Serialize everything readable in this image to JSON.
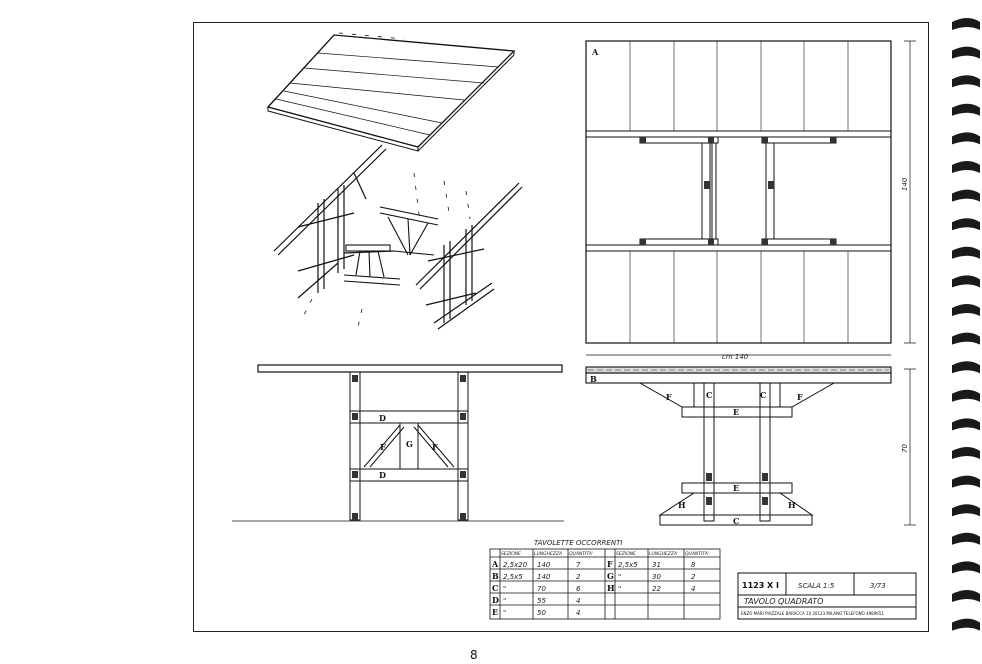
{
  "page_number": "8",
  "views": {
    "plan_label": "A",
    "dim_length": "cm 140",
    "dim_width": "140",
    "dim_height": "70"
  },
  "front_view_labels": {
    "d_top": "D",
    "d_bottom": "D",
    "f_left": "F",
    "g": "G",
    "f_right": "F"
  },
  "side_view_labels": {
    "b": "B",
    "f_left": "F",
    "c_left": "C",
    "e": "E",
    "c_right": "C",
    "f_right": "F",
    "e_low": "E",
    "h_left": "H",
    "h_right": "H",
    "c_foot": "C"
  },
  "parts_table": {
    "title": "TAVOLETTE OCCORRENTI",
    "headers": [
      "SEZIONE",
      "LUNGHEZZA",
      "QUANTITA'"
    ],
    "left_rows": [
      {
        "id": "A",
        "sezione": "2,5x20",
        "lunghezza": "140",
        "quantita": "7"
      },
      {
        "id": "B",
        "sezione": "2,5x5",
        "lunghezza": "140",
        "quantita": "2"
      },
      {
        "id": "C",
        "sezione": "\"",
        "lunghezza": "70",
        "quantita": "6"
      },
      {
        "id": "D",
        "sezione": "\"",
        "lunghezza": "55",
        "quantita": "4"
      },
      {
        "id": "E",
        "sezione": "\"",
        "lunghezza": "50",
        "quantita": "4"
      }
    ],
    "right_rows": [
      {
        "id": "F",
        "sezione": "2,5x5",
        "lunghezza": "31",
        "quantita": "8"
      },
      {
        "id": "G",
        "sezione": "\"",
        "lunghezza": "30",
        "quantita": "2"
      },
      {
        "id": "H",
        "sezione": "\"",
        "lunghezza": "22",
        "quantita": "4"
      }
    ]
  },
  "title_block": {
    "code": "1123 X I",
    "scale": "SCALA 1:5",
    "date": "3/73",
    "name": "TAVOLO QUADRATO",
    "publisher": "ENZO MARI   PIAZZALE BARACCA 10   20123 MILANO   TELEFONO 4989651"
  }
}
